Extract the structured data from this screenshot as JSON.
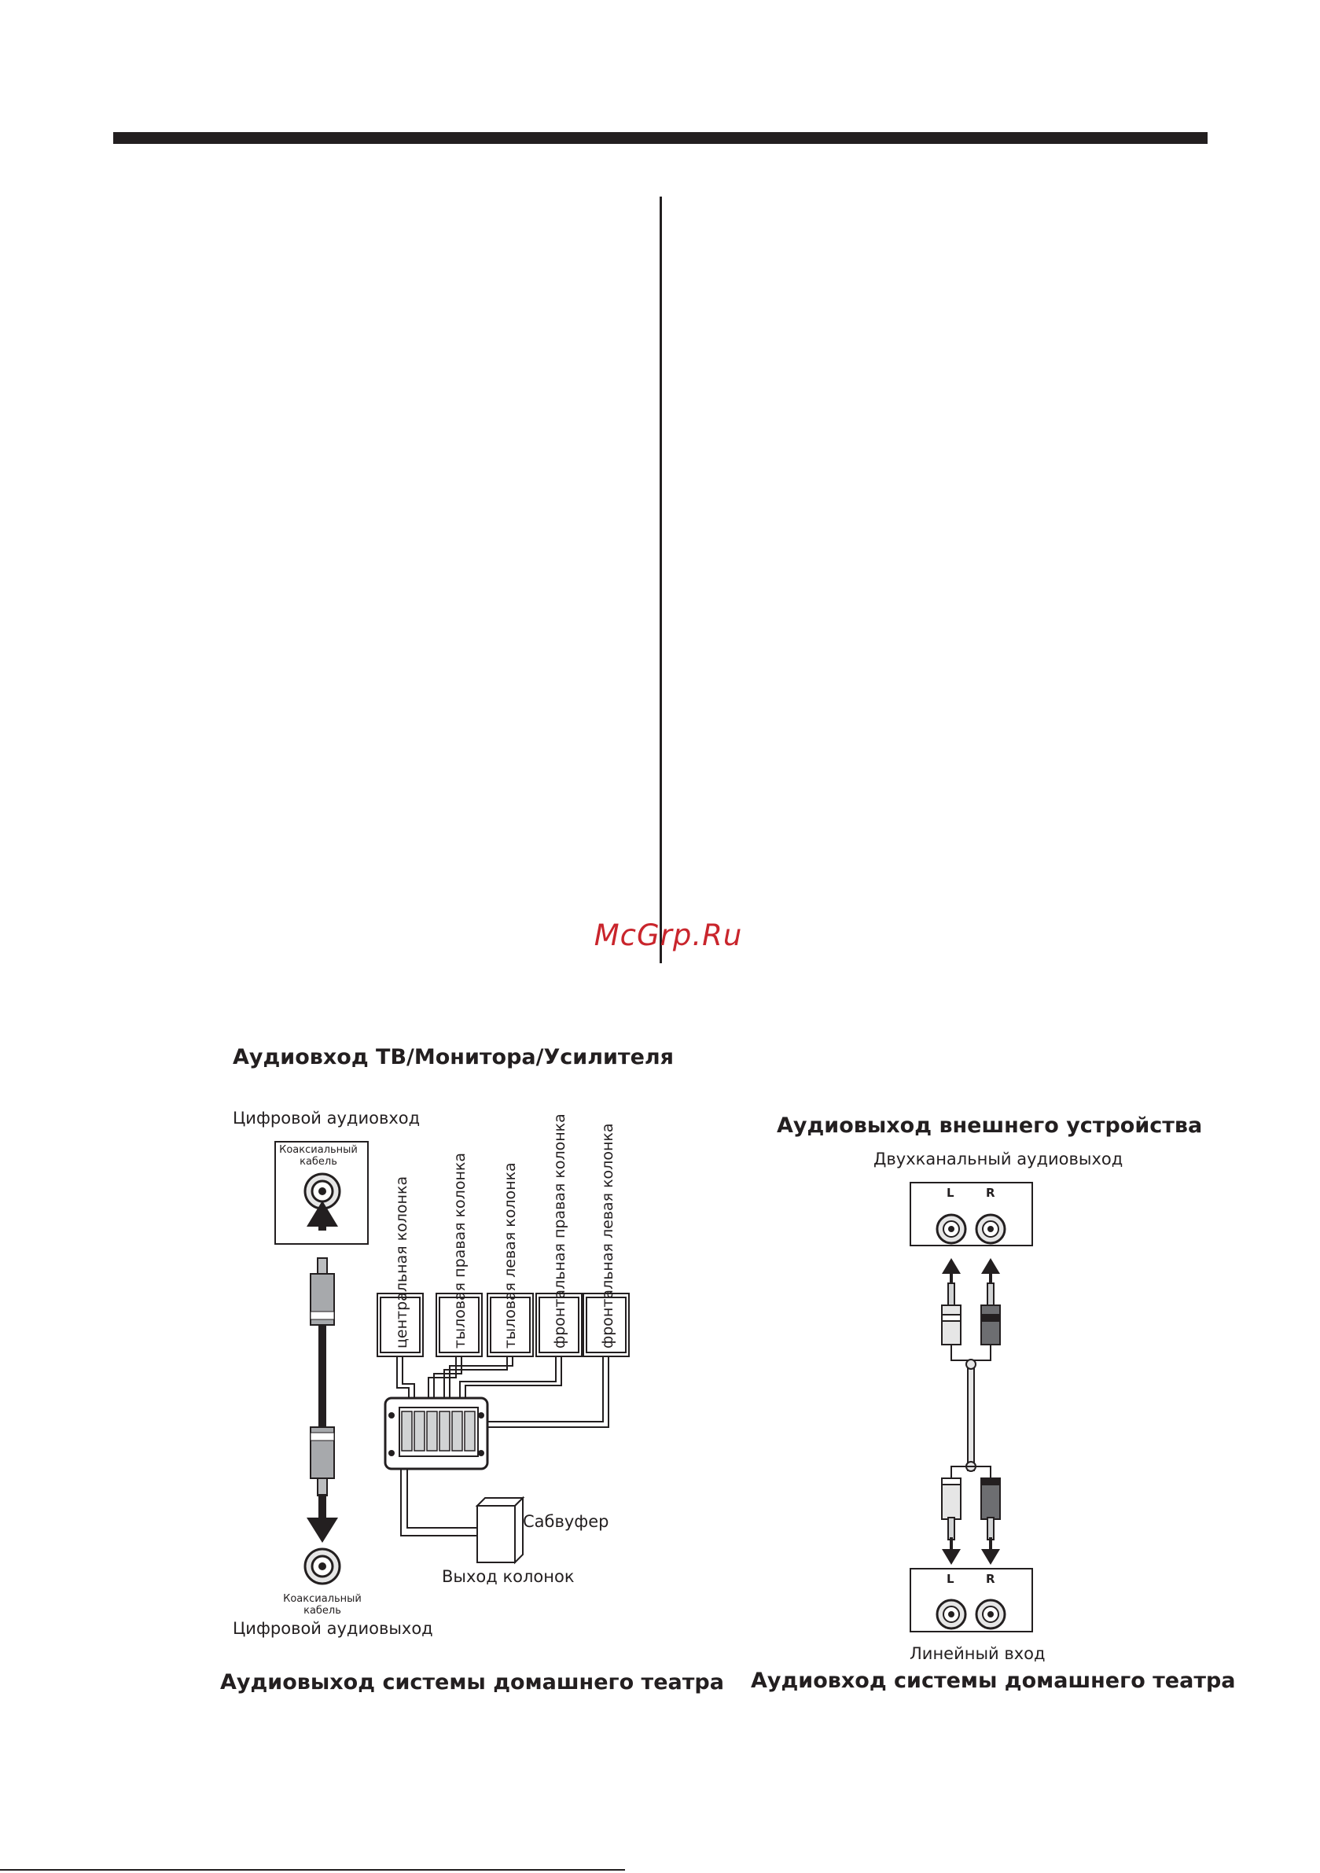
{
  "watermark": "McGrp.Ru",
  "left_diagram": {
    "top_title": "Аудиовход ТВ/Монитора/Усилителя",
    "digital_input_label": "Цифровой аудиовход",
    "coax_top_label": "Коаксиальный кабель",
    "speakers": [
      "центральная колонка",
      "тыловая правая колонка",
      "тыловая левая колонка",
      "фронтальная правая колонка",
      "фронтальная левая колонка"
    ],
    "subwoofer_label": "Сабвуфер",
    "speaker_output_label": "Выход колонок",
    "coax_bottom_label": "Коаксиальный кабель",
    "digital_output_label": "Цифровой аудиовыход",
    "bottom_title": "Аудиовыход системы домашнего театра"
  },
  "right_diagram": {
    "top_title": "Аудиовыход внешнего устройства",
    "stereo_output_label": "Двухканальный аудиовыход",
    "channel_left": "L",
    "channel_right": "R",
    "line_input_label": "Линейный вход",
    "bottom_title": "Аудиовход системы домашнего театра"
  }
}
